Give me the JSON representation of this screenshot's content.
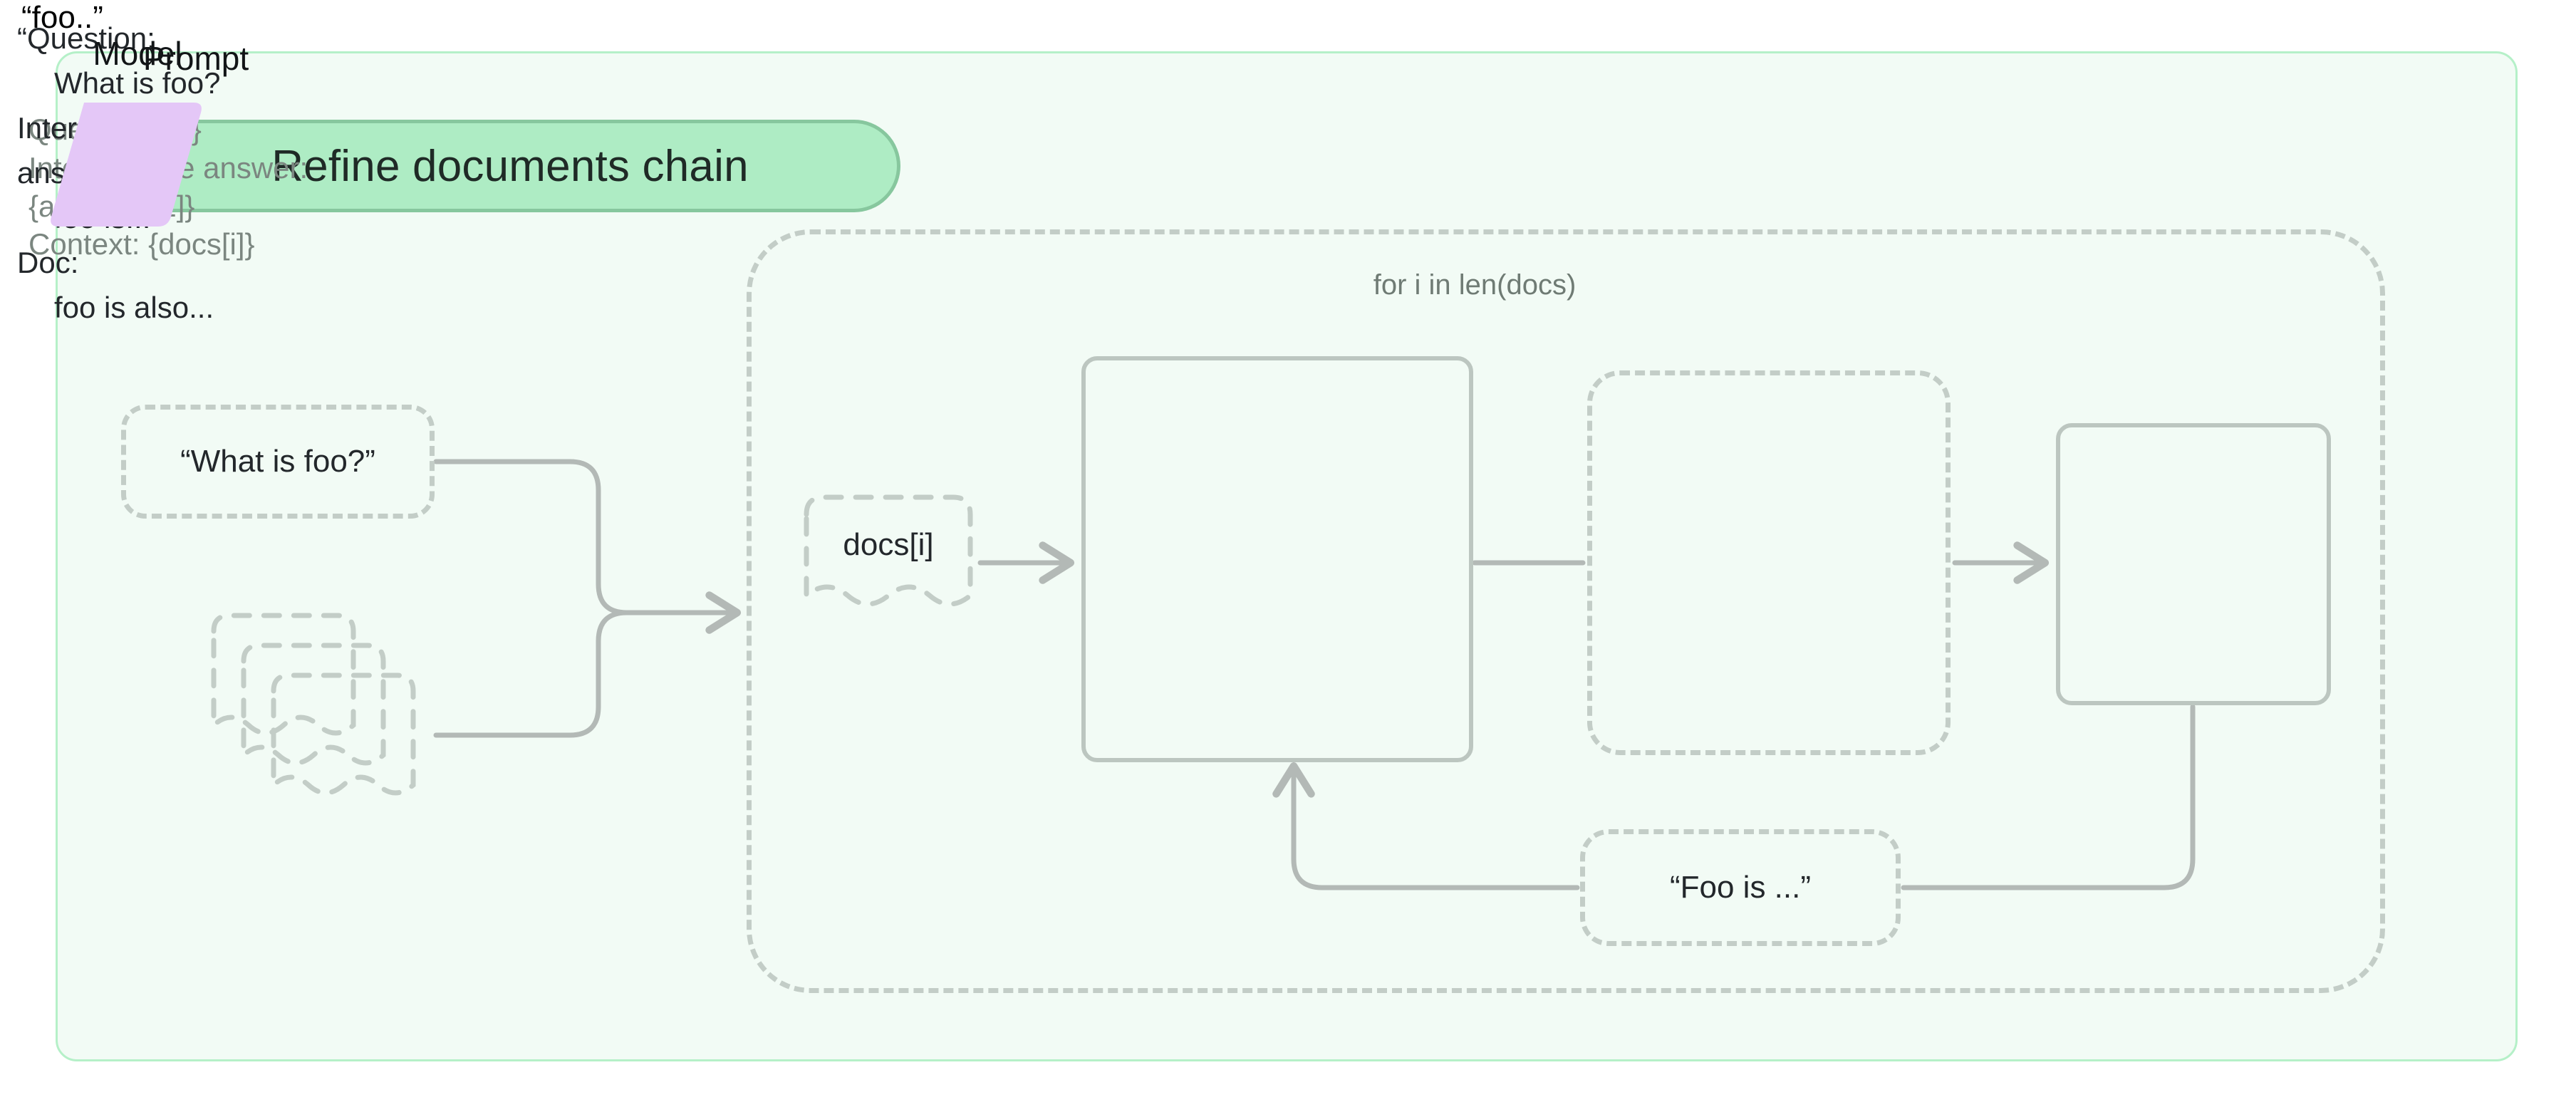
{
  "diagram": {
    "title": "Refine documents chain",
    "background_color": "#f2fbf5",
    "card_border_color": "#b5f0c8",
    "badge_fill_color": "#aeecc4",
    "badge_border_color": "#87c79e",
    "node_stroke_color": "#c3cdc7",
    "solid_node_stroke_color": "#bcc6c0",
    "wire_color": "#b3b9b6",
    "model_shape_color": "#e4c7f7",
    "loop_label": "for i in len(docs)"
  },
  "inputs": {
    "question_node": "“What is foo?”",
    "docs_node": "“foo..”"
  },
  "loop": {
    "docs_index_node": "docs[i]",
    "prompt": {
      "title": "Prompt",
      "lines": [
        "Question: {q}",
        "Intermediate answer:",
        "{answer[i-1]}",
        "Context: {docs[i]}"
      ]
    },
    "rendered_prompt": {
      "lines": [
        {
          "text": "“Question:",
          "indent": false
        },
        {
          "text": "What is foo?",
          "indent": true
        },
        {
          "text": "Intermediate",
          "indent": false
        },
        {
          "text": "answer:",
          "indent": false
        },
        {
          "text": "foo is...",
          "indent": true
        },
        {
          "text": "Doc:",
          "indent": false
        },
        {
          "text": "foo is also...",
          "indent": true
        }
      ]
    },
    "model": {
      "title": "Model",
      "icon": "parallelogram-icon"
    },
    "output_node": "“Foo is ...”"
  }
}
